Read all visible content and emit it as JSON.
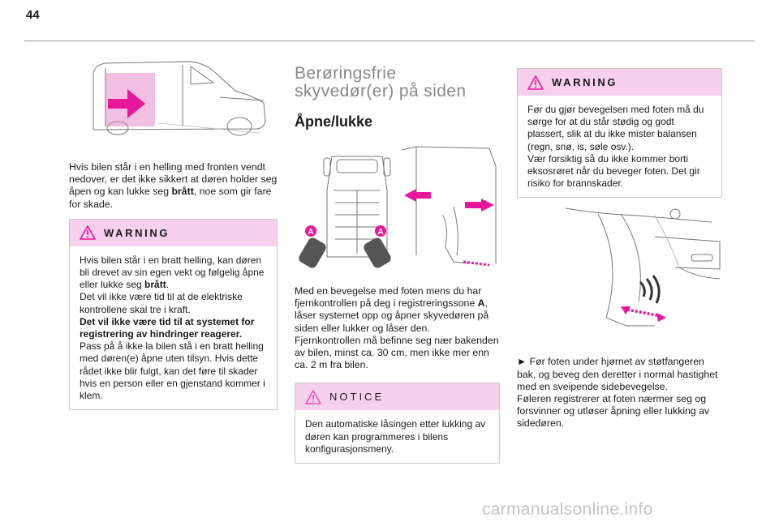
{
  "page": {
    "number": "44"
  },
  "left": {
    "intro": [
      {
        "t": "Hvis bilen står i en helling med fronten vendt nedover, er det ikke sikkert at døren holder seg åpen og kan lukke seg "
      },
      {
        "t": "brått",
        "b": true
      },
      {
        "t": ", noe som gir fare for skade."
      }
    ],
    "warning": {
      "label": "WARNING",
      "body": [
        {
          "t": "Hvis bilen står i en bratt helling, kan døren bli drevet av sin egen vekt og følgelig åpne eller lukke seg "
        },
        {
          "t": "brått",
          "b": true
        },
        {
          "t": ".\nDet vil ikke være tid til at de elektriske kontrollene skal tre i kraft.\n"
        },
        {
          "t": "Det vil ikke være tid til at systemet for registrering av hindringer reagerer.",
          "b": true
        },
        {
          "t": "\nPass på å ikke la bilen stå i en bratt helling med døren(e) åpne uten tilsyn. Hvis dette rådet ikke blir fulgt, kan det føre til skader hvis en person eller en gjenstand kommer i klem."
        }
      ]
    }
  },
  "middle": {
    "section_title": "Berøringsfrie skyvedør(er) på siden",
    "subtitle": "Åpne/lukke",
    "zone_label": "A",
    "body": [
      {
        "t": "Med en bevegelse med foten mens du har fjernkontrollen på deg i registreringssone "
      },
      {
        "t": "A",
        "b": true
      },
      {
        "t": ", låser systemet opp og åpner skyvedøren på siden eller lukker og låser den.\nFjernkontrollen må befinne seg nær bakenden av bilen, minst ca. 30 cm, men ikke mer enn ca. 2 m fra bilen."
      }
    ],
    "notice": {
      "label": "NOTICE",
      "body": [
        {
          "t": "Den automatiske låsingen etter lukking av døren kan programmeres i bilens konfigurasjonsmeny."
        }
      ]
    }
  },
  "right": {
    "warning": {
      "label": "WARNING",
      "body": [
        {
          "t": "Før du gjør bevegelsen med foten må du sørge for at du står stødig og godt plassert, slik at du ikke mister balansen (regn, snø, is, søle osv.).\nVær forsiktig så du ikke kommer borti eksosrøret når du beveger foten. Det gir risiko for brannskader."
        }
      ]
    },
    "body": [
      {
        "t": "►  Før foten under hjørnet av støtfangeren bak, og beveg den deretter i normal hastighet med en sveipende sidebevegelse.\nFøleren registrerer at foten nærmer seg og forsvinner og utløser åpning eller lukking av sidedøren."
      }
    ]
  },
  "watermark": "carmanualsonline.info",
  "colors": {
    "accent": "#e8179a",
    "box_header": "#f7d0ee",
    "title_grey": "#888888"
  }
}
